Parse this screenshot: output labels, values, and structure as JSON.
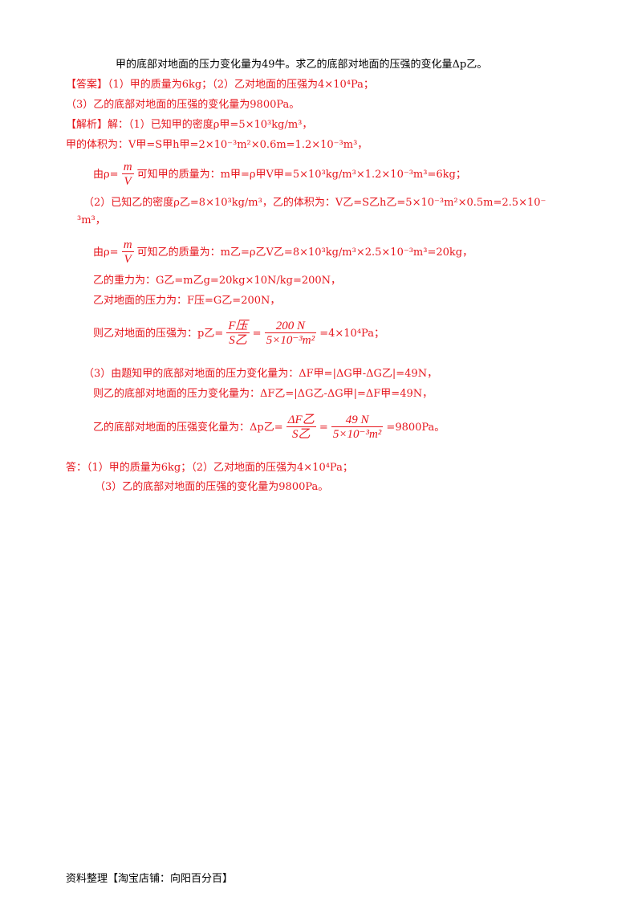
{
  "intro": "甲的底部对地面的压力变化量为49牛。求乙的底部对地面的压强的变化量Δp乙。",
  "answer": {
    "label": "【答案】",
    "line1": "（1）甲的质量为6kg；（2）乙对地面的压强为4×10⁴Pa；",
    "line2": "（3）乙的底部对地面的压强的变化量为9800Pa。"
  },
  "analysis": {
    "label": "【解析】",
    "l1": "解：（1）已知甲的密度ρ甲=5×10³kg/m³，",
    "l2": "甲的体积为：V甲=S甲h甲=2×10⁻³m²×0.6m=1.2×10⁻³m³，",
    "l3_pre": "由ρ=",
    "l3_num": "m",
    "l3_den": "V",
    "l3_post": "可知甲的质量为：m甲=ρ甲V甲=5×10³kg/m³×1.2×10⁻³m³=6kg；",
    "l4a": "（2）已知乙的密度ρ乙=8×10³kg/m³，乙的体积为：V乙=S乙h乙=5×10⁻³m²×0.5m=2.5×10⁻",
    "l4b": "³m³，",
    "l5_pre": "由ρ=",
    "l5_num": "m",
    "l5_den": "V",
    "l5_post": "可知乙的质量为：m乙=ρ乙V乙=8×10³kg/m³×2.5×10⁻³m³=20kg，",
    "l6": "乙的重力为：G乙=m乙g=20kg×10N/kg=200N，",
    "l7": "乙对地面的压力为：F压=G乙=200N，",
    "l8_pre": "则乙对地面的压强为：p乙=",
    "l8_f1_num": "F压",
    "l8_f1_den": "S乙",
    "l8_eq": "=",
    "l8_f2_num": "200 N",
    "l8_f2_den": "5×10⁻³m²",
    "l8_post": "=4×10⁴Pa；",
    "l9": "（3）由题知甲的底部对地面的压力变化量为：ΔF甲=|ΔG甲-ΔG乙|=49N，",
    "l10": "则乙的底部对地面的压力变化量为：ΔF乙=|ΔG乙-ΔG甲|=ΔF甲=49N，",
    "l11_pre": "乙的底部对地面的压强变化量为：Δp乙=",
    "l11_f1_num": "ΔF乙",
    "l11_f1_den": "S乙",
    "l11_eq": "=",
    "l11_f2_num": "49 N",
    "l11_f2_den": "5×10⁻³m²",
    "l11_post": "=9800Pa。"
  },
  "conclusion": {
    "line1": "答：（1）甲的质量为6kg；（2）乙对地面的压强为4×10⁴Pa；",
    "line2": "（3）乙的底部对地面的压强的变化量为9800Pa。"
  },
  "footer": "资料整理【淘宝店铺：向阳百分百】",
  "colors": {
    "answer_text": "#e6161d",
    "body_text": "#000000"
  }
}
